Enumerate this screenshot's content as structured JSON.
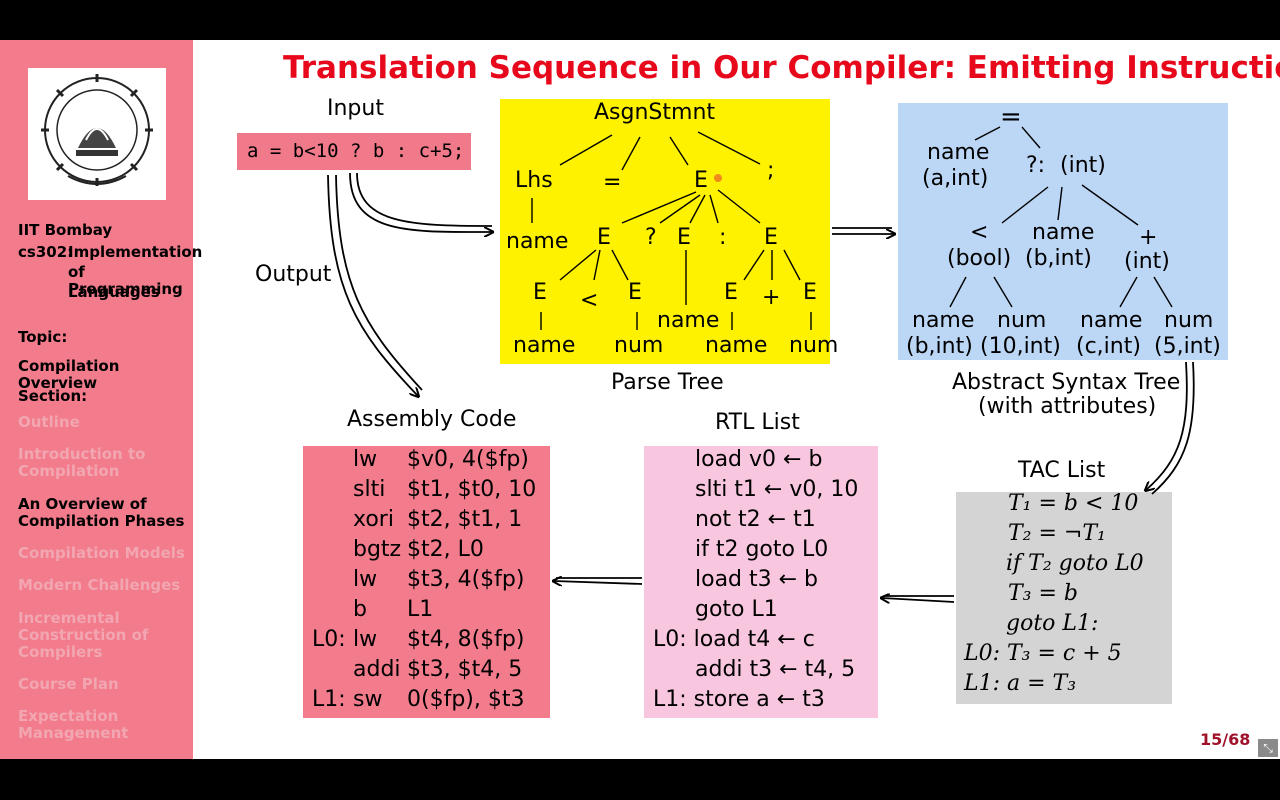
{
  "title": "Translation Sequence in Our Compiler: Emitting Instructions",
  "sidebar": {
    "institute": "IIT Bombay",
    "course_code": "cs302:",
    "course_name_1": "Implementation",
    "course_name_2": "of Programming",
    "course_name_3": "Languages",
    "topic_label": "Topic:",
    "topic": "Compilation Overview",
    "section_label": "Section:",
    "items": [
      {
        "label": "Outline"
      },
      {
        "label_1": "Introduction to",
        "label_2": "Compilation"
      },
      {
        "label_1": "An Overview of",
        "label_2": "Compilation Phases"
      },
      {
        "label": "Compilation Models"
      },
      {
        "label": "Modern Challenges"
      },
      {
        "label_1": "Incremental",
        "label_2": "Construction of",
        "label_3": "Compilers"
      },
      {
        "label": "Course Plan"
      },
      {
        "label_1": "Expectation",
        "label_2": "Management"
      }
    ]
  },
  "input": {
    "label": "Input",
    "code": "a = b<10 ? b : c+5;"
  },
  "output_label": "Output",
  "parse_tree": {
    "caption": "Parse Tree",
    "root": "AsgnStmnt",
    "lhs": "Lhs",
    "eq": "=",
    "e": "E",
    "semi": ";",
    "name": "name",
    "q": "?",
    "colon": ":",
    "lt": "<",
    "plus": "+",
    "num": "num"
  },
  "ast": {
    "caption_1": "Abstract Syntax Tree",
    "caption_2": "(with attributes)",
    "root": "=",
    "left_1": "name",
    "left_2": "(a,int)",
    "cond_1": "?:",
    "cond_2": "(int)",
    "lt_1": "<",
    "lt_2": "(bool)",
    "nb_1": "name",
    "nb_2": "(b,int)",
    "plus_1": "+",
    "plus_2": "(int)",
    "l1_1": "name",
    "l1_2": "(b,int)",
    "l2_1": "num",
    "l2_2": "(10,int)",
    "l3_1": "name",
    "l3_2": "(c,int)",
    "l4_1": "num",
    "l4_2": "(5,int)"
  },
  "tac": {
    "caption": "TAC List",
    "lines": [
      "T₁ = b < 10",
      "T₂ = ¬T₁",
      "if T₂ goto L0",
      "T₃ = b",
      "goto L1:",
      "L0: T₃ = c + 5",
      "L1: a = T₃"
    ]
  },
  "rtl": {
    "caption": "RTL List",
    "lines": [
      "load v0 ← b",
      "slti t1 ← v0, 10",
      "not t2 ← t1",
      "if t2 goto L0",
      "load t3 ← b",
      "goto L1",
      "L0: load t4 ← c",
      "addi t3 ← t4, 5",
      "L1: store a ← t3"
    ]
  },
  "asm": {
    "caption": "Assembly Code",
    "rows": [
      {
        "label": "",
        "op": "lw",
        "args": "$v0, 4($fp)"
      },
      {
        "label": "",
        "op": "slti",
        "args": "$t1, $t0, 10"
      },
      {
        "label": "",
        "op": "xori",
        "args": "$t2, $t1, 1"
      },
      {
        "label": "",
        "op": "bgtz",
        "args": "$t2, L0"
      },
      {
        "label": "",
        "op": "lw",
        "args": "$t3, 4($fp)"
      },
      {
        "label": "",
        "op": "b",
        "args": "L1"
      },
      {
        "label": "L0:",
        "op": "lw",
        "args": "$t4, 8($fp)"
      },
      {
        "label": "",
        "op": "addi",
        "args": "$t3, $t4, 5"
      },
      {
        "label": "L1:",
        "op": "sw",
        "args": "0($fp), $t3"
      }
    ]
  },
  "page": "15/68",
  "colors": {
    "sidebar": "#f27b8c",
    "title": "#e8081c",
    "input_box": "#f07a8a",
    "parse_tree_box": "#fff200",
    "ast_box": "#bcd6f5",
    "tac_box": "#d4d4d4",
    "rtl_box": "#f9c6df",
    "asm_box": "#f27b8c",
    "page_number": "#a0112a"
  },
  "icons": {
    "zoom": "exit-fullscreen-icon"
  }
}
